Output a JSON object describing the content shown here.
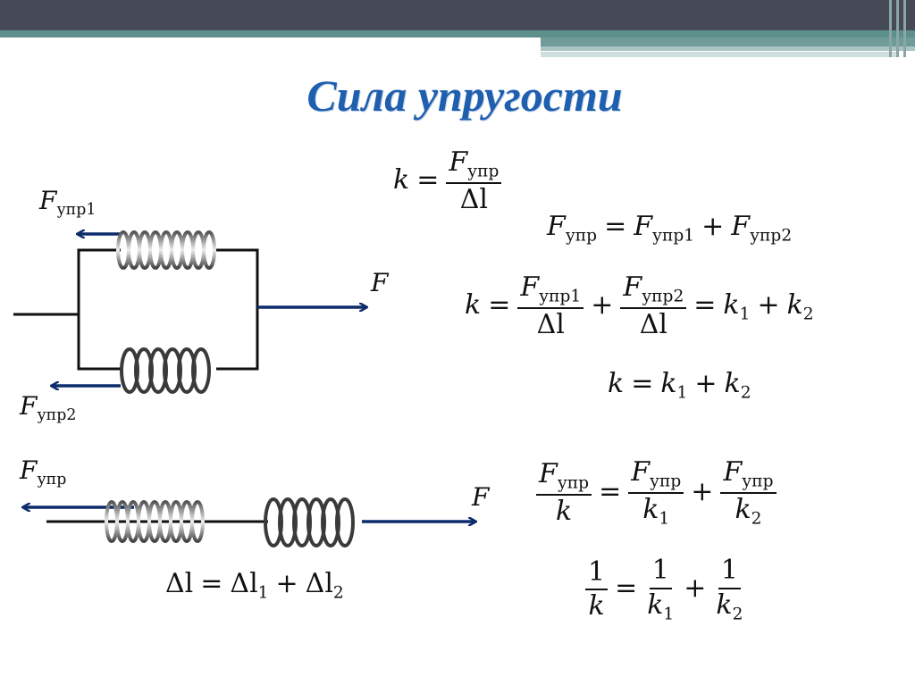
{
  "slide": {
    "title": "Сила упругости",
    "colors": {
      "title": "#1f5fb0",
      "arrow": "#0d2c6b",
      "header": "#464a57",
      "accent": "#5d8f8c"
    }
  },
  "labels": {
    "F": "F",
    "upr": "упр",
    "upr1": "упр1",
    "upr2": "упр2",
    "k": "k",
    "delta_l": "Δl",
    "one": "1"
  },
  "formulas": {
    "f1": "k = Fупр / Δl",
    "f2": "Fупр = Fупр1 + Fупр2",
    "f3": "k = Fупр1/Δl + Fупр2/Δl = k1 + k2",
    "f4": "k = k1 + k2",
    "f5": "Δl = Δl1 + Δl2",
    "f6": "Fупр/k = Fупр/k1 + Fупр/k2",
    "f7": "1/k = 1/k1 + 1/k2"
  }
}
